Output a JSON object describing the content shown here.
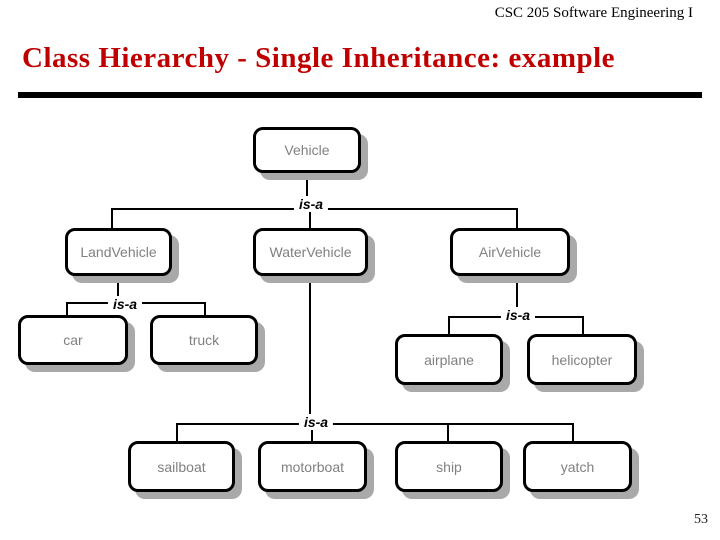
{
  "slide": {
    "header": "CSC 205 Software Engineering I",
    "title": "Class Hierarchy - Single Inheritance: example",
    "page_number": "53"
  },
  "colors": {
    "title_text": "#c00000",
    "node_text": "#808080",
    "node_border": "#000000",
    "node_shadow": "#a9a9a9",
    "connector": "#000000",
    "background": "#ffffff"
  },
  "diagram": {
    "type": "class-hierarchy-tree",
    "relation_label": "is-a",
    "nodes": [
      {
        "id": "vehicle",
        "label": "Vehicle",
        "parent": null
      },
      {
        "id": "land-vehicle",
        "label": "LandVehicle",
        "parent": "vehicle"
      },
      {
        "id": "water-vehicle",
        "label": "WaterVehicle",
        "parent": "vehicle"
      },
      {
        "id": "air-vehicle",
        "label": "AirVehicle",
        "parent": "vehicle"
      },
      {
        "id": "car",
        "label": "car",
        "parent": "land-vehicle"
      },
      {
        "id": "truck",
        "label": "truck",
        "parent": "land-vehicle"
      },
      {
        "id": "airplane",
        "label": "airplane",
        "parent": "air-vehicle"
      },
      {
        "id": "helicopter",
        "label": "helicopter",
        "parent": "air-vehicle"
      },
      {
        "id": "sailboat",
        "label": "sailboat",
        "parent": "water-vehicle"
      },
      {
        "id": "motorboat",
        "label": "motorboat",
        "parent": "water-vehicle"
      },
      {
        "id": "ship",
        "label": "ship",
        "parent": "water-vehicle"
      },
      {
        "id": "yatch",
        "label": "yatch",
        "parent": "water-vehicle"
      }
    ],
    "isa_labels": [
      {
        "branch": "vehicle",
        "text": "is-a"
      },
      {
        "branch": "land-vehicle",
        "text": "is-a"
      },
      {
        "branch": "air-vehicle",
        "text": "is-a"
      },
      {
        "branch": "water-vehicle",
        "text": "is-a"
      }
    ]
  }
}
